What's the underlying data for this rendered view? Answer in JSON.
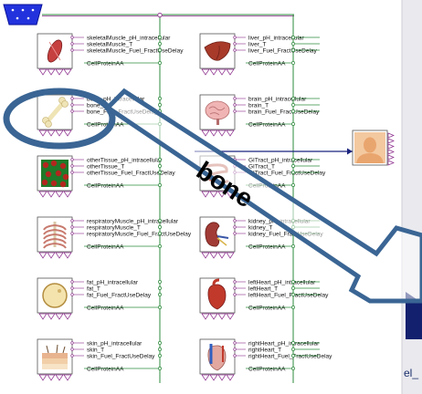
{
  "callout": {
    "label": "bone"
  },
  "right_panel": {
    "visible_text": "el_"
  },
  "colors": {
    "wire_green": "#2e8b3e",
    "wire_purple": "#8a2a8a",
    "wire_navy": "#1a237e",
    "callout_blue": "#3a6594",
    "panel_bg": "#e9e9ee",
    "connector_blue": "#2233dd"
  },
  "left_blocks": [
    {
      "organ": "skeletal-muscle",
      "icon": "muscle-icon",
      "ports": [
        "skeletalMuscle_pH_intracellular",
        "skeletalMuscle_T",
        "skeletalMuscle_Fuel_FractUseDelay"
      ],
      "cell": "CellProteinAA"
    },
    {
      "organ": "bone",
      "icon": "bone-icon",
      "ports": [
        "bone_pH_intracellular",
        "bone_T",
        "bone_Fuel_FractUseDelay"
      ],
      "cell": "CellProteinAA"
    },
    {
      "organ": "other-tissue",
      "icon": "tissue-icon",
      "ports": [
        "otherTissue_pH_intracellular",
        "otherTissue_T",
        "otherTissue_Fuel_FractUseDelay"
      ],
      "cell": "CellProteinAA"
    },
    {
      "organ": "respiratory-muscle",
      "icon": "ribcage-icon",
      "ports": [
        "respiratoryMuscle_pH_intracellular",
        "respiratoryMuscle_T",
        "respiratoryMuscle_Fuel_FractUseDelay"
      ],
      "cell": "CellProteinAA"
    },
    {
      "organ": "fat",
      "icon": "fat-cell-icon",
      "ports": [
        "fat_pH_intracellular",
        "fat_T",
        "fat_Fuel_FractUseDelay"
      ],
      "cell": "CellProteinAA"
    },
    {
      "organ": "skin",
      "icon": "skin-icon",
      "ports": [
        "skin_pH_intracellular",
        "skin_T",
        "skin_Fuel_FractUseDelay"
      ],
      "cell": "CellProteinAA"
    }
  ],
  "right_blocks": [
    {
      "organ": "liver",
      "icon": "liver-icon",
      "ports": [
        "liver_pH_intracellular",
        "liver_T",
        "liver_Fuel_FractUseDelay"
      ],
      "cell": "CellProteinAA"
    },
    {
      "organ": "brain",
      "icon": "brain-icon",
      "ports": [
        "brain_pH_intracellular",
        "brain_T",
        "brain_Fuel_FractUseDelay"
      ],
      "cell": "CellProteinAA"
    },
    {
      "organ": "gi-tract",
      "icon": "gut-icon",
      "ports": [
        "GITract_pH_intracellular",
        "GITract_T",
        "GITract_Fuel_FractUseDelay"
      ],
      "cell": "CellProteinAA"
    },
    {
      "organ": "kidney",
      "icon": "kidney-icon",
      "ports": [
        "kidney_pH_intracellular",
        "kidney_T",
        "kidney_Fuel_FractUseDelay"
      ],
      "cell": "CellProteinAA"
    },
    {
      "organ": "left-heart",
      "icon": "left-heart-icon",
      "ports": [
        "leftHeart_pH_intracellular",
        "leftHeart_T",
        "leftHeart_Fuel_FractUseDelay"
      ],
      "cell": "CellProteinAA"
    },
    {
      "organ": "right-heart",
      "icon": "right-heart-icon",
      "ports": [
        "rightHeart_pH_intracellular",
        "rightHeart_T",
        "rightHeart_Fuel_FractUseDelay"
      ],
      "cell": "CellProteinAA"
    }
  ]
}
